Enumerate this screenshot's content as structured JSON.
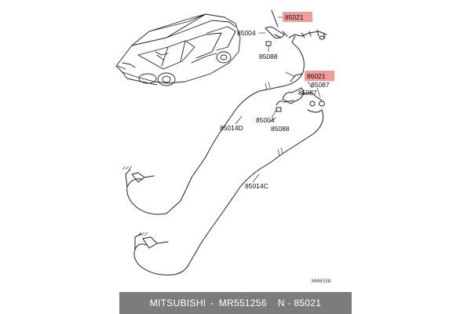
{
  "diagram": {
    "labels": {
      "part_85021_top": "85021",
      "part_85004_top": "85004",
      "part_85088_top": "85088",
      "part_85021_mid": "86021",
      "part_85087_a": "85087",
      "part_85087_b": "85087",
      "part_85004_mid": "85004",
      "part_85088_mid": "85088",
      "part_85014d": "85014D",
      "part_85014c": "85014C"
    },
    "drawing_code": "3000338",
    "highlight_color": "#f08a8a"
  },
  "footer": {
    "brand": "MITSUBISHI",
    "separator": "-",
    "part_number": "MR551256",
    "catalog_ref": "N - 85021"
  }
}
